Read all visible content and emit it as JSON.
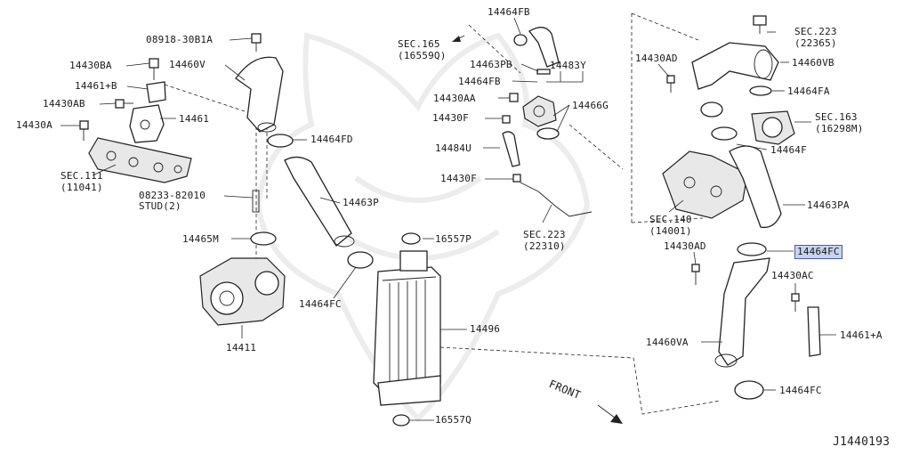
{
  "diagram": {
    "id_code": "J1440193",
    "front_label": "FRONT",
    "highlight_color": "#c9d3ef",
    "highlight_border_color": "#4a5bb5"
  },
  "labels": {
    "p08918_30b1a": "08918-30B1A",
    "p14460v": "14460V",
    "p14430ba": "14430BA",
    "p14461_b": "14461+B",
    "p14430ab": "14430AB",
    "p14461": "14461",
    "p14430a": "14430A",
    "sec111": "SEC.111",
    "sec111_ref": "(11041)",
    "p08233_82010": "08233-82010",
    "stud": "STUD(2)",
    "p14464fd": "14464FD",
    "p14463p": "14463P",
    "p14465m": "14465M",
    "p14464fc_left": "14464FC",
    "p14411": "14411",
    "p14464fb_top": "14464FB",
    "sec165": "SEC.165",
    "sec165_ref": "(16559Q)",
    "p14463pb": "14463PB",
    "p14464fb": "14464FB",
    "p14483y": "14483Y",
    "p14430aa": "14430AA",
    "p14466g": "14466G",
    "p14430f_1": "14430F",
    "p14484u": "14484U",
    "p14430f_2": "14430F",
    "sec223_bottom": "SEC.223",
    "sec223_bottom_ref": "(22310)",
    "p16557p": "16557P",
    "p14496": "14496",
    "p16557q": "16557Q",
    "sec223_top": "SEC.223",
    "sec223_top_ref": "(22365)",
    "p14430ad_top": "14430AD",
    "p14460vb": "14460VB",
    "p14464fa": "14464FA",
    "sec163": "SEC.163",
    "sec163_ref": "(16298M)",
    "p14464f": "14464F",
    "p14463pa": "14463PA",
    "sec140": "SEC.140",
    "sec140_ref": "(14001)",
    "p14430ad_mid": "14430AD",
    "p14464fc_hl": "14464FC",
    "p14430ac": "14430AC",
    "p14461_a": "14461+A",
    "p14460va": "14460VA",
    "p14464fc_bottom": "14464FC"
  }
}
